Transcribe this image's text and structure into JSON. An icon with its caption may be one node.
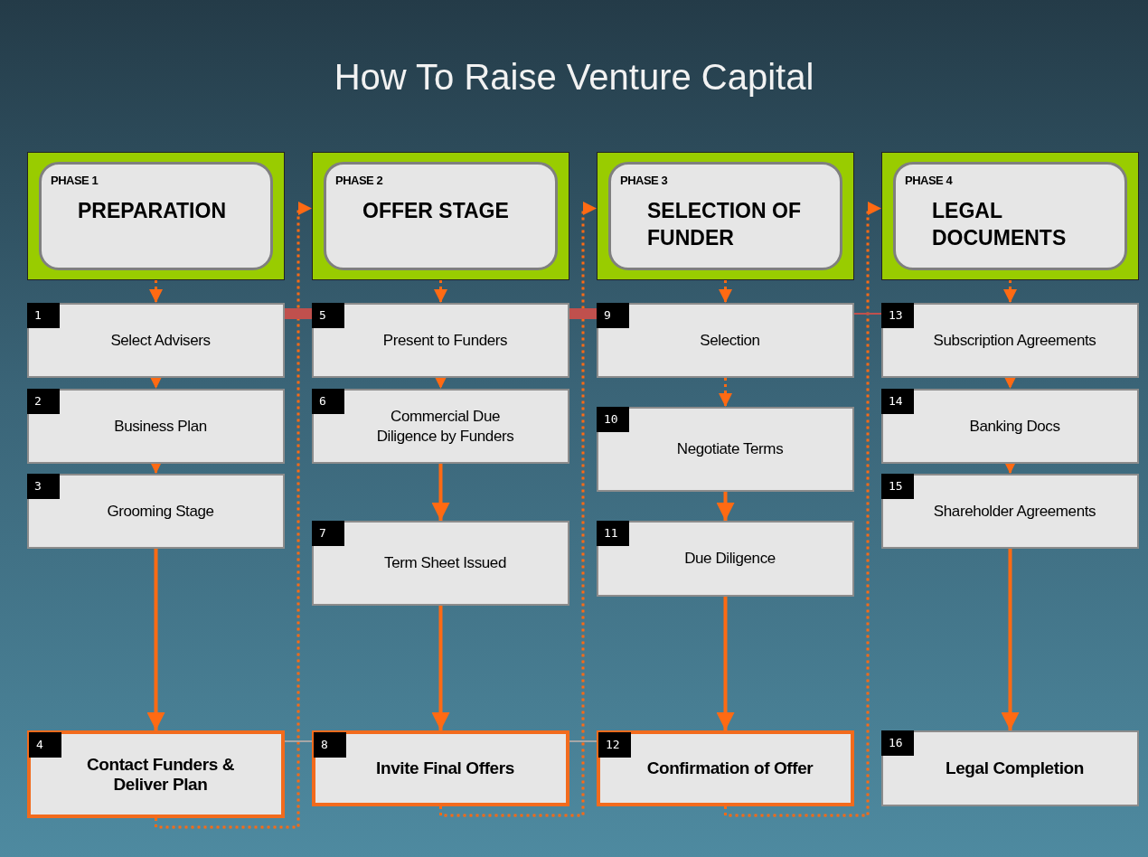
{
  "diagram": {
    "title": "How To Raise Venture Capital",
    "nodes": [
      {
        "text": [
          "PHASE 1",
          "PREPARATION"
        ]
      },
      {
        "text": [
          "1",
          "Select Advisers"
        ]
      },
      {
        "text": [
          "2",
          "Business Plan"
        ]
      },
      {
        "text": [
          "3",
          "Grooming Stage"
        ]
      },
      {
        "text": [
          "4",
          "Contact Funders & Deliver Plan"
        ]
      },
      {
        "text": [
          "PHASE 2",
          "OFFER STAGE"
        ]
      },
      {
        "text": [
          "5",
          "Present to Funders"
        ]
      },
      {
        "text": [
          "6",
          "Commercial Due Diligence by Funders"
        ]
      },
      {
        "text": [
          "7",
          "Term Sheet Issued"
        ]
      },
      {
        "text": [
          "8",
          "Invite Final Offers"
        ]
      },
      {
        "text": [
          "PHASE 3",
          "SELECTION OF FUNDER"
        ]
      },
      {
        "text": [
          "9",
          "Selection"
        ]
      },
      {
        "text": [
          "10",
          "Negotiate Terms"
        ]
      },
      {
        "text": [
          "11",
          "Due Diligence"
        ]
      },
      {
        "text": [
          "12",
          "Confirmation of Offer"
        ]
      },
      {
        "text": [
          "PHASE 4",
          "LEGAL DOCUMENTS"
        ]
      },
      {
        "text": [
          "13",
          "Subscription Agreements"
        ]
      },
      {
        "text": [
          "14",
          "Banking Docs"
        ]
      },
      {
        "text": [
          "15",
          "Shareholder Agreements"
        ]
      },
      {
        "text": [
          "16",
          "Legal Completion"
        ]
      }
    ],
    "edges": [
      {
        "from": 0,
        "to": 1,
        "arrow": "to",
        "style": "dashed"
      },
      {
        "from": 1,
        "to": 2,
        "arrow": "to",
        "style": "dashed"
      },
      {
        "from": 2,
        "to": 3,
        "arrow": "to",
        "style": "dashed"
      },
      {
        "from": 3,
        "to": 4,
        "arrow": "to"
      },
      {
        "from": 4,
        "to": 5,
        "arrow": "to",
        "style": "dashed"
      },
      {
        "from": 5,
        "to": 6,
        "arrow": "to",
        "style": "dashed"
      },
      {
        "from": 6,
        "to": 7,
        "arrow": "to",
        "style": "dashed"
      },
      {
        "from": 7,
        "to": 8,
        "arrow": "to"
      },
      {
        "from": 8,
        "to": 9,
        "arrow": "to"
      },
      {
        "from": 9,
        "to": 10,
        "arrow": "to",
        "style": "dashed"
      },
      {
        "from": 10,
        "to": 11,
        "arrow": "to",
        "style": "dashed"
      },
      {
        "from": 11,
        "to": 12,
        "arrow": "to",
        "style": "dashed"
      },
      {
        "from": 12,
        "to": 13,
        "arrow": "to"
      },
      {
        "from": 13,
        "to": 14,
        "arrow": "to"
      },
      {
        "from": 14,
        "to": 15,
        "arrow": "to",
        "style": "dashed"
      },
      {
        "from": 15,
        "to": 16,
        "arrow": "to",
        "style": "dashed"
      },
      {
        "from": 16,
        "to": 17,
        "arrow": "to",
        "style": "dashed"
      },
      {
        "from": 17,
        "to": 18,
        "arrow": "to",
        "style": "dashed"
      },
      {
        "from": 18,
        "to": 19,
        "arrow": "to"
      },
      {
        "from": 1,
        "to": 6,
        "arrow": "none",
        "style": "thick",
        "color": "#c0504d"
      },
      {
        "from": 6,
        "to": 11,
        "arrow": "none",
        "style": "thick",
        "color": "#c0504d"
      },
      {
        "from": 11,
        "to": 16,
        "arrow": "none",
        "color": "#c0504d"
      },
      {
        "from": 4,
        "to": 9,
        "arrow": "none",
        "color": "#a6a6a6"
      },
      {
        "from": 9,
        "to": 14,
        "arrow": "none",
        "color": "#a6a6a6"
      }
    ]
  }
}
